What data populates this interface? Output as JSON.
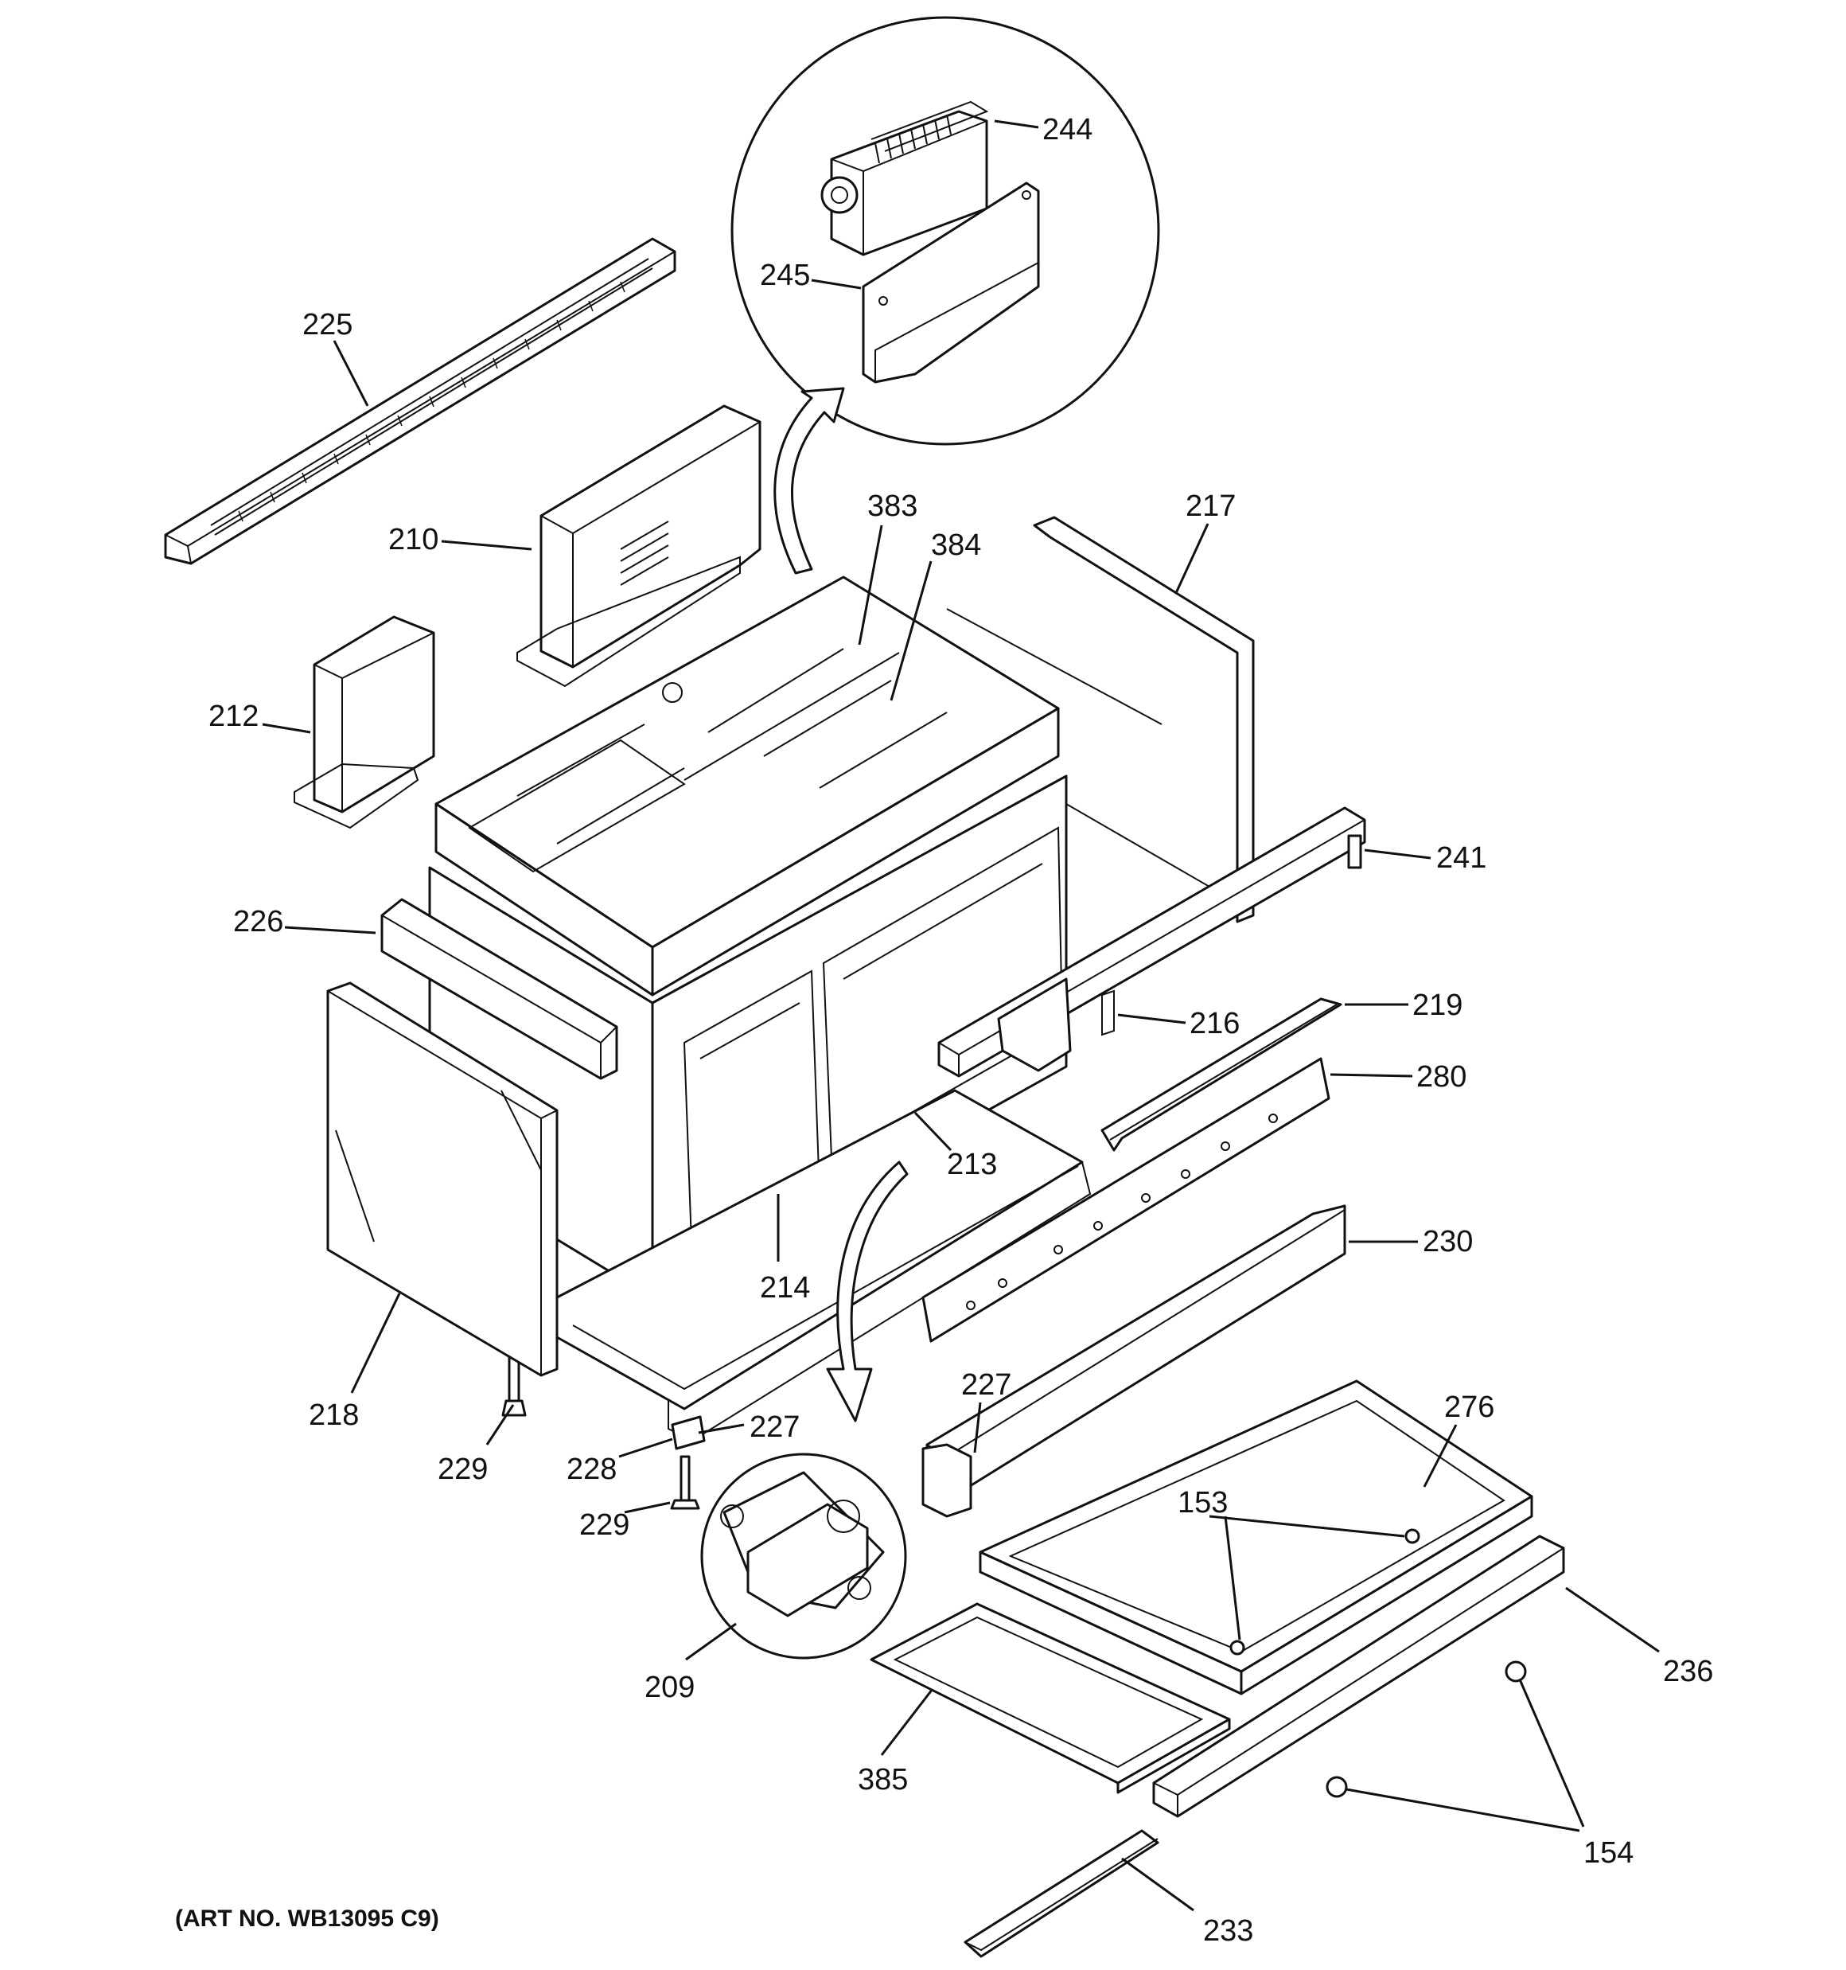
{
  "art_number": "(ART NO. WB13095 C9)",
  "callouts": [
    {
      "id": "c244",
      "label": "244"
    },
    {
      "id": "c245",
      "label": "245"
    },
    {
      "id": "c225",
      "label": "225"
    },
    {
      "id": "c383",
      "label": "383"
    },
    {
      "id": "c384",
      "label": "384"
    },
    {
      "id": "c217",
      "label": "217"
    },
    {
      "id": "c210",
      "label": "210"
    },
    {
      "id": "c212",
      "label": "212"
    },
    {
      "id": "c241",
      "label": "241"
    },
    {
      "id": "c226",
      "label": "226"
    },
    {
      "id": "c216",
      "label": "216"
    },
    {
      "id": "c219",
      "label": "219"
    },
    {
      "id": "c280",
      "label": "280"
    },
    {
      "id": "c213",
      "label": "213"
    },
    {
      "id": "c214",
      "label": "214"
    },
    {
      "id": "c230",
      "label": "230"
    },
    {
      "id": "c218",
      "label": "218"
    },
    {
      "id": "c227a",
      "label": "227"
    },
    {
      "id": "c276",
      "label": "276"
    },
    {
      "id": "c227b",
      "label": "227"
    },
    {
      "id": "c229a",
      "label": "229"
    },
    {
      "id": "c228",
      "label": "228"
    },
    {
      "id": "c153",
      "label": "153"
    },
    {
      "id": "c229b",
      "label": "229"
    },
    {
      "id": "c209",
      "label": "209"
    },
    {
      "id": "c236",
      "label": "236"
    },
    {
      "id": "c385",
      "label": "385"
    },
    {
      "id": "c154",
      "label": "154"
    },
    {
      "id": "c233",
      "label": "233"
    }
  ]
}
